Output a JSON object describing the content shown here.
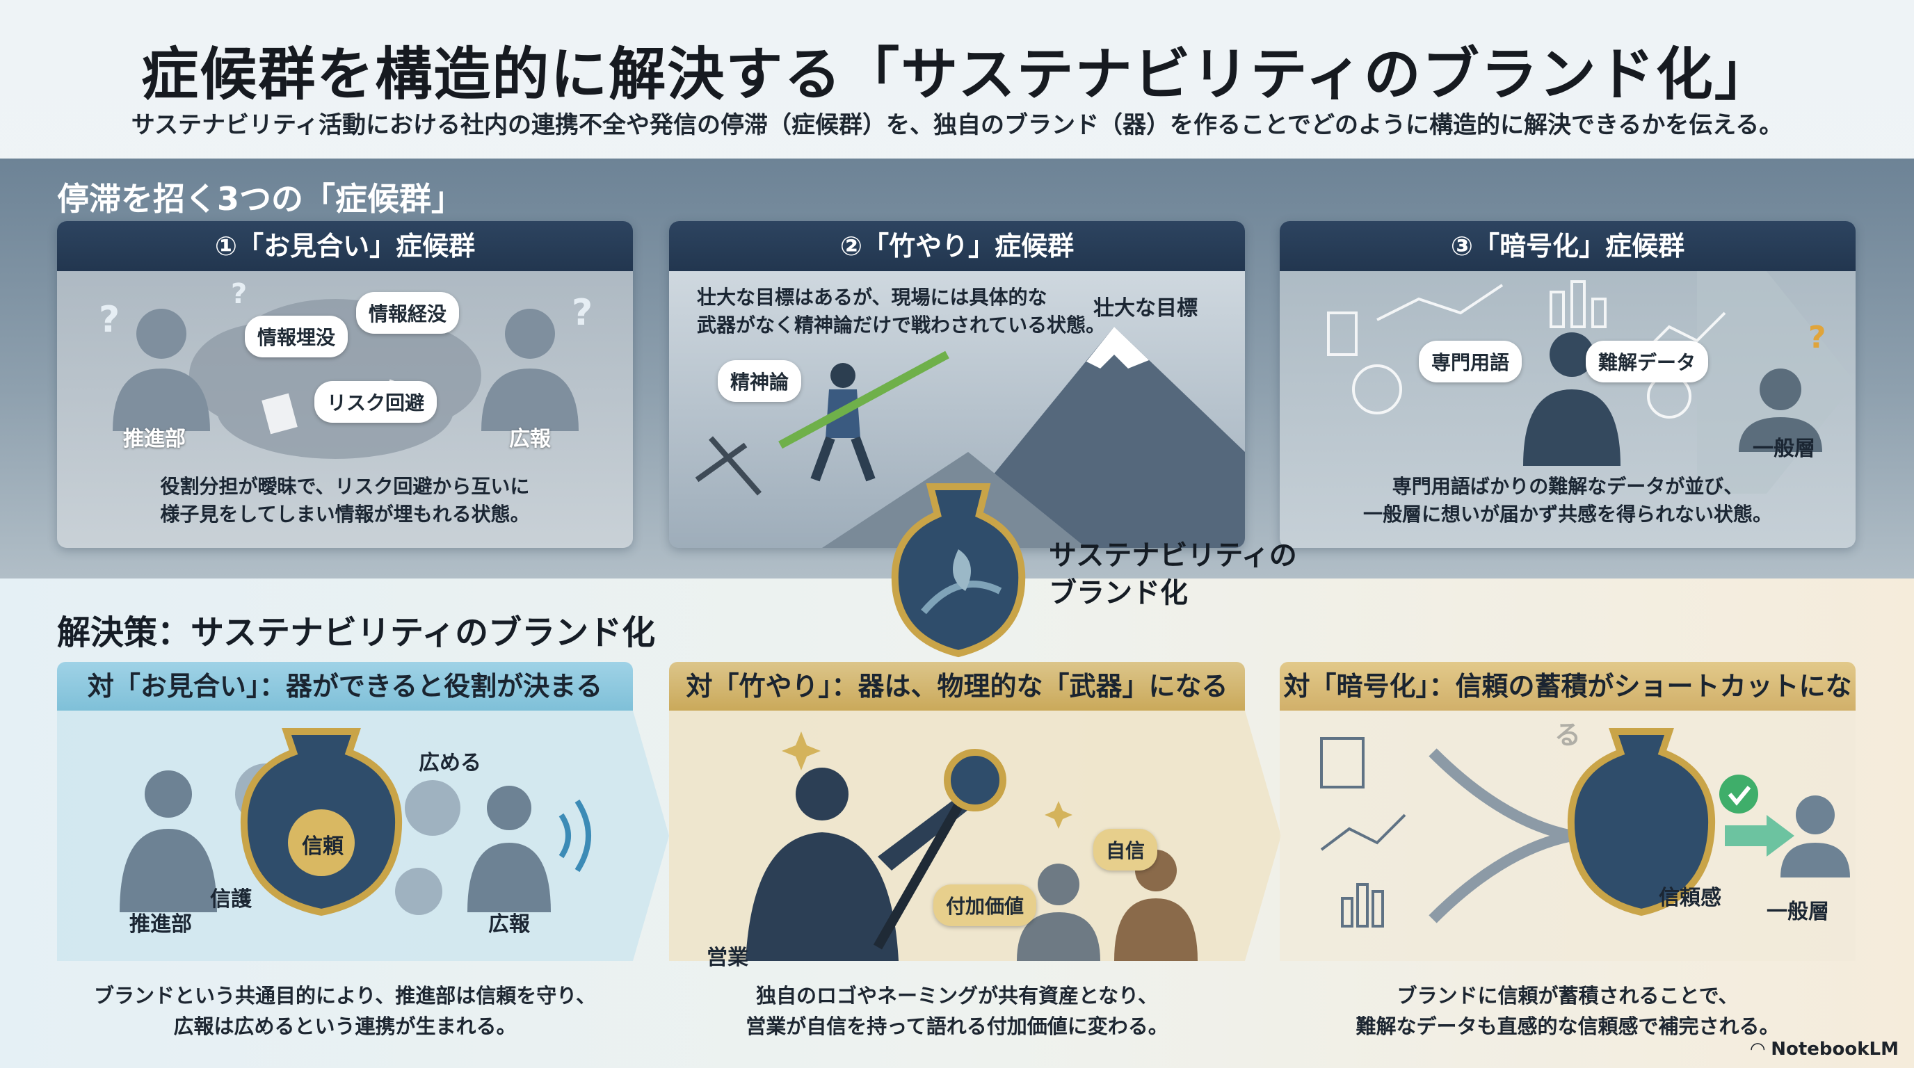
{
  "header": {
    "title": "症候群を構造的に解決する「サステナビリティのブランド化」",
    "subtitle": "サステナビリティ活動における社内の連携不全や発信の停滞（症候群）を、独自のブランド（器）を作ることでどのように構造的に解決できるかを伝える。"
  },
  "symptoms": {
    "heading": "停滞を招く3つの「症候群」",
    "cards": [
      {
        "title": "①「お見合い」症候群",
        "bubbles": [
          "情報埋没",
          "情報経没",
          "リスク回避"
        ],
        "left_label": "推進部",
        "right_label": "広報",
        "desc": [
          "役割分担が曖昧で、リスク回避から互いに",
          "様子見をしてしまい情報が埋もれる状態。"
        ]
      },
      {
        "title": "②「竹やり」症候群",
        "top_text": [
          "壮大な目標はあるが、現場には具体的な",
          "武器がなく精神論だけで戦わされている状態。"
        ],
        "mountain_label": "壮大な目標",
        "bubble": "精神論"
      },
      {
        "title": "③「暗号化」症候群",
        "bubbles": [
          "専門用語",
          "難解データ"
        ],
        "right_label": "一般層",
        "desc": [
          "専門用語ばかりの難解なデータが並び、",
          "一般層に想いが届かず共感を得られない状態。"
        ]
      }
    ]
  },
  "center": {
    "label_line1": "サステナビリティの",
    "label_line2": "ブランド化"
  },
  "solutions": {
    "heading": "解決策：サステナビリティのブランド化",
    "cards": [
      {
        "title": "対「お見合い」：器ができると役割が決まる",
        "vase_label": "信頼",
        "label_spread": "広める",
        "label_protect": "信護",
        "label_left": "推進部",
        "label_right": "広報",
        "desc": [
          "ブランドという共通目的により、推進部は信頼を守り、",
          "広報は広めるという連携が生まれる。"
        ]
      },
      {
        "title": "対「竹やり」：器は、物理的な「武器」になる",
        "bubble_confidence": "自信",
        "bubble_value": "付加価値",
        "label_sales": "営業",
        "desc": [
          "独自のロゴやネーミングが共有資産となり、",
          "営業が自信を持って語れる付加価値に変わる。"
        ]
      },
      {
        "title": "対「暗号化」：信頼の蓄積がショートカットになる",
        "label_trust": "信頼感",
        "label_public": "一般層",
        "desc": [
          "ブランドに信頼が蓄積されることで、",
          "難解なデータも直感的な信頼感で補完される。"
        ]
      }
    ]
  },
  "footer": {
    "brand": "NotebookLM"
  },
  "colors": {
    "navy": "#22364f",
    "gold": "#c9a448",
    "sky": "#8ecbe0"
  }
}
